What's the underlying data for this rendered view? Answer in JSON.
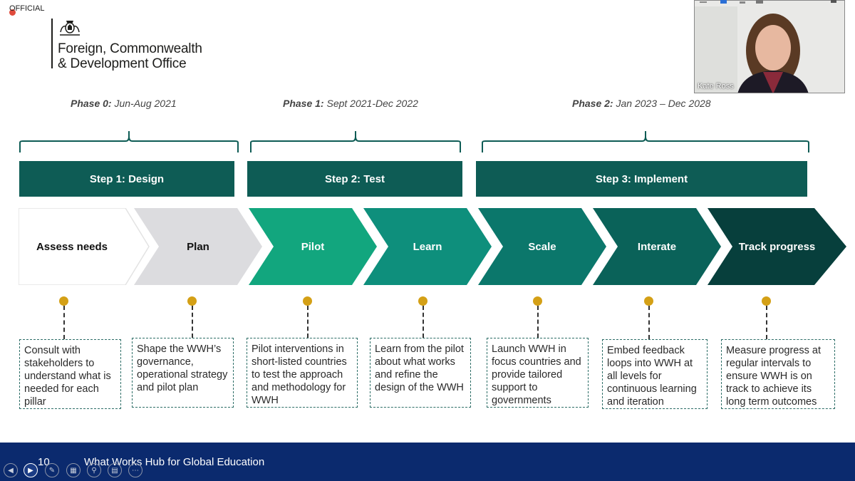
{
  "header": {
    "classification": "OFFICIAL",
    "org_line1": "Foreign, Commonwealth",
    "org_line2": "& Development Office"
  },
  "phases": [
    {
      "bold": "Phase 0:",
      "dates": " Jun-Aug 2021"
    },
    {
      "bold": "Phase 1:",
      "dates": " Sept 2021-Dec 2022"
    },
    {
      "bold": "Phase 2:",
      "dates": " Jan 2023 – Dec 2028"
    }
  ],
  "steps": [
    "Step 1: Design",
    "Step 2: Test",
    "Step 3: Implement"
  ],
  "stages": [
    {
      "label": "Assess needs",
      "color": "#ffffff",
      "text_color": "#111111"
    },
    {
      "label": "Plan",
      "color": "#dcdcdf",
      "text_color": "#111111"
    },
    {
      "label": "Pilot",
      "color": "#12a67e",
      "text_color": "#ffffff"
    },
    {
      "label": "Learn",
      "color": "#0e8f7c",
      "text_color": "#ffffff"
    },
    {
      "label": "Scale",
      "color": "#0b776b",
      "text_color": "#ffffff"
    },
    {
      "label": "Interate",
      "color": "#0a6259",
      "text_color": "#ffffff"
    },
    {
      "label": "Track progress",
      "color": "#073f3c",
      "text_color": "#ffffff"
    }
  ],
  "descriptions": [
    "Consult with stakeholders to understand what is needed for each pillar",
    "Shape the WWH’s governance, operational strategy and pilot plan",
    "Pilot interventions in short-listed countries to test the approach and methodology for WWH",
    "Learn from the pilot about what works and refine the design of the WWH",
    "Launch WWH in focus countries and provide tailored support to governments",
    "Embed feedback loops into WWH at all levels for continuous learning and iteration",
    "Measure progress at regular intervals to ensure WWH is on track to achieve its long term outcomes"
  ],
  "colors": {
    "accent": "#0e5c55",
    "pin": "#d4a016",
    "footer": "#0b2a6e"
  },
  "footer": {
    "page_number": "10",
    "title": "What Works Hub for Global Education"
  },
  "slide_controls": [
    "prev-icon",
    "next-icon",
    "pen-icon",
    "slides-icon",
    "zoom-icon",
    "subtitles-icon",
    "more-icon"
  ],
  "video": {
    "participant_name": "Kate Ross"
  }
}
